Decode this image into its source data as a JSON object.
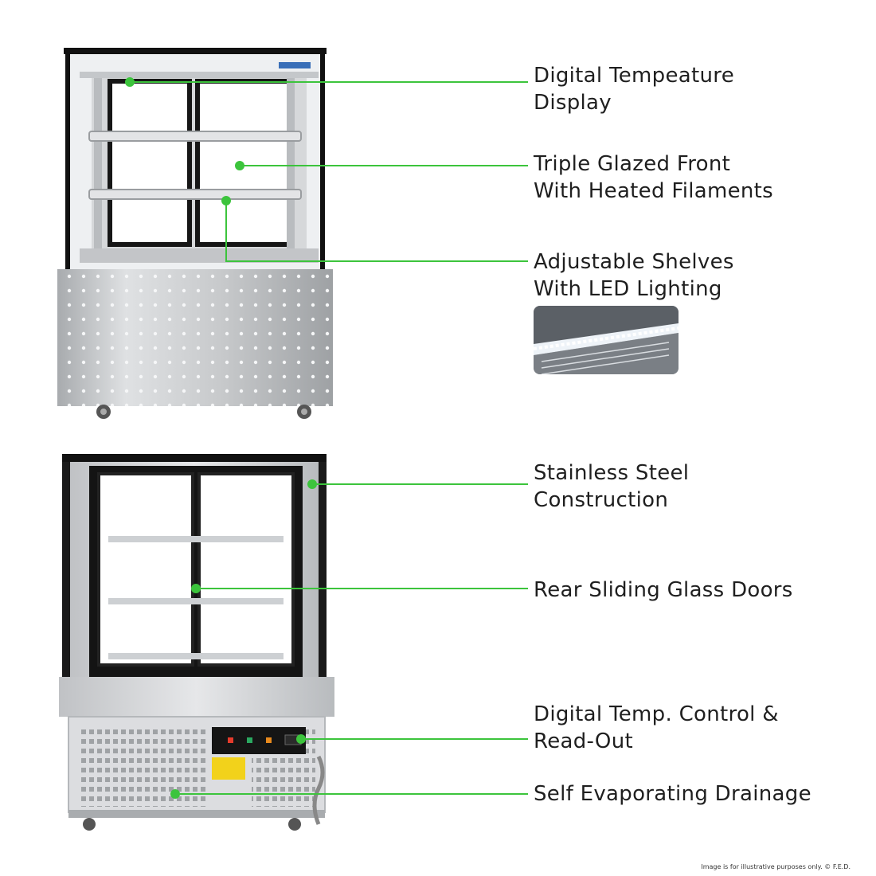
{
  "features": [
    {
      "id": "temp-display",
      "lines": [
        "Digital Tempeature",
        "Display"
      ]
    },
    {
      "id": "triple-glazed",
      "lines": [
        "Triple Glazed Front",
        "With Heated Filaments"
      ]
    },
    {
      "id": "adjustable-shelves",
      "lines": [
        "Adjustable Shelves",
        "With LED Lighting"
      ]
    },
    {
      "id": "stainless-steel",
      "lines": [
        "Stainless Steel",
        "Construction"
      ]
    },
    {
      "id": "rear-doors",
      "lines": [
        "Rear Sliding Glass Doors"
      ]
    },
    {
      "id": "temp-control",
      "lines": [
        "Digital Temp. Control &",
        "Read-Out"
      ]
    },
    {
      "id": "drainage",
      "lines": [
        "Self Evaporating Drainage"
      ]
    }
  ],
  "disclaimer": "Image is for illustrative purposes only. © F.E.D.",
  "colors": {
    "accent": "#3cc43c",
    "text": "#1f1f1f",
    "steel": "#c8cacc",
    "frame": "#111111"
  }
}
